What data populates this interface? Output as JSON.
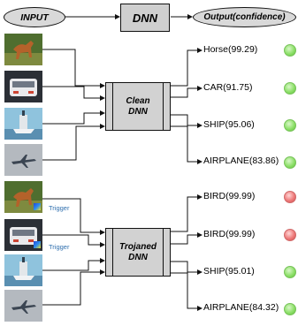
{
  "header": {
    "input_label": "INPUT",
    "dnn_label": "DNN",
    "output_label": "Output(confidence)"
  },
  "clean": {
    "net_line1": "Clean",
    "net_line2": "DNN",
    "outputs": [
      {
        "label": "Horse(99.29)",
        "status": "green"
      },
      {
        "label": "CAR(91.75)",
        "status": "green"
      },
      {
        "label": "SHIP(95.06)",
        "status": "green"
      },
      {
        "label": "AIRPLANE(83.86)",
        "status": "green"
      }
    ]
  },
  "trojan": {
    "net_line1": "Trojaned",
    "net_line2": "DNN",
    "trigger_label": "Trigger",
    "outputs": [
      {
        "label": "BIRD(99.99)",
        "status": "red"
      },
      {
        "label": "BIRD(99.99)",
        "status": "red"
      },
      {
        "label": "SHIP(95.01)",
        "status": "green"
      },
      {
        "label": "AIRPLANE(84.32)",
        "status": "green"
      }
    ]
  },
  "colors": {
    "box_fill": "#d2d2d2",
    "stroke": "#111111",
    "trigger_text": "#2f6fae",
    "ok": "#7fd65a",
    "bad": "#e46b6b"
  }
}
